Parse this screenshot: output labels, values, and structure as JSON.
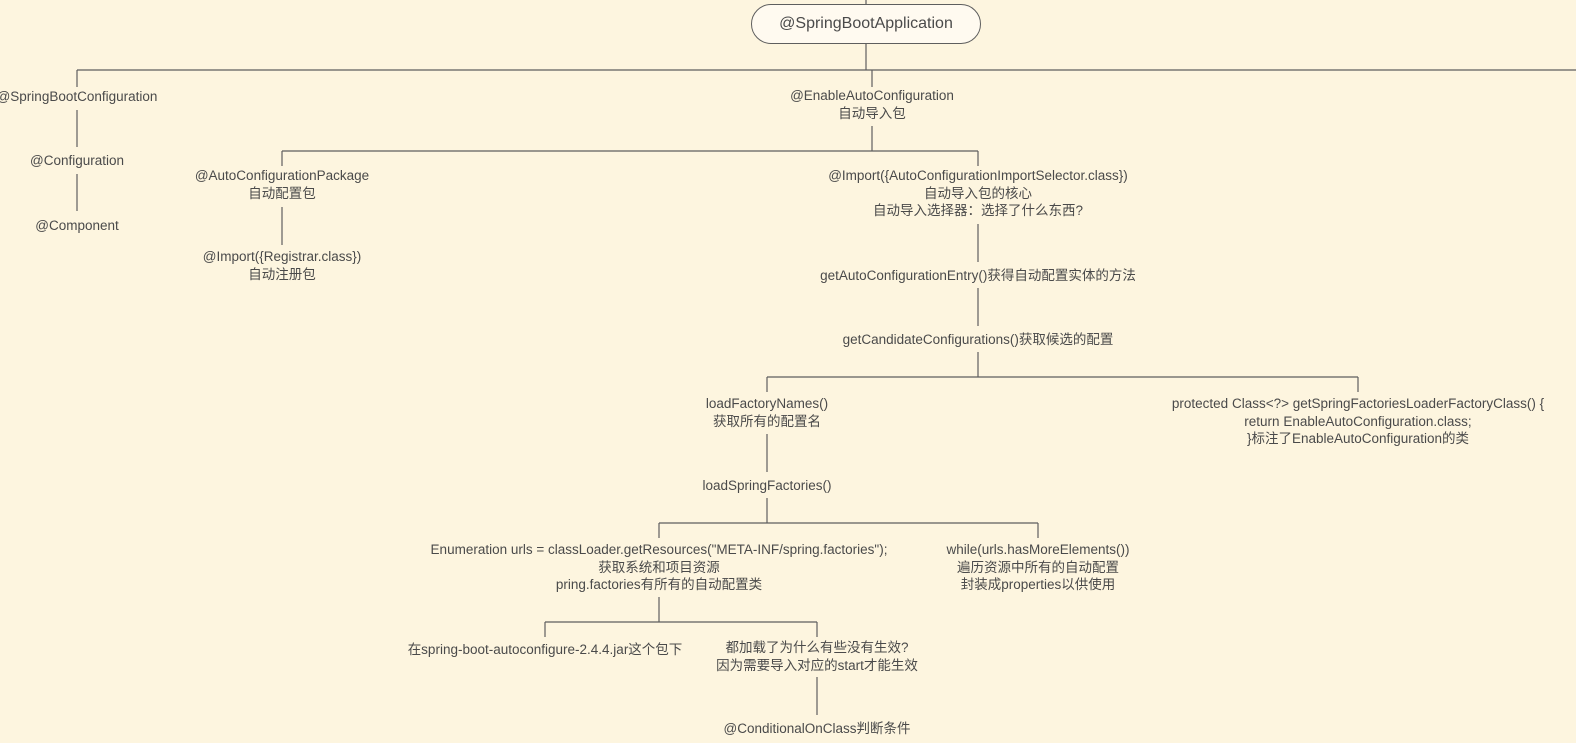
{
  "root": {
    "label": "@SpringBootApplication"
  },
  "nodes": {
    "springboot_configuration": {
      "lines": [
        "@SpringBootConfiguration"
      ]
    },
    "configuration": {
      "lines": [
        "@Configuration"
      ]
    },
    "component": {
      "lines": [
        "@Component"
      ]
    },
    "enable_auto_configuration": {
      "lines": [
        "@EnableAutoConfiguration",
        "自动导入包"
      ]
    },
    "auto_configuration_package": {
      "lines": [
        "@AutoConfigurationPackage",
        "自动配置包"
      ]
    },
    "import_registrar": {
      "lines": [
        "@Import({Registrar.class})",
        "自动注册包"
      ]
    },
    "import_selector": {
      "lines": [
        "@Import({AutoConfigurationImportSelector.class})",
        "自动导入包的核心",
        "自动导入选择器：选择了什么东西?"
      ]
    },
    "get_auto_configuration_entry": {
      "lines": [
        "getAutoConfigurationEntry()获得自动配置实体的方法"
      ]
    },
    "get_candidate_configurations": {
      "lines": [
        "getCandidateConfigurations()获取候选的配置"
      ]
    },
    "load_factory_names": {
      "lines": [
        "loadFactoryNames()",
        "获取所有的配置名"
      ]
    },
    "get_factories_loader_class": {
      "lines": [
        "protected Class<?> getSpringFactoriesLoaderFactoryClass() {",
        "return EnableAutoConfiguration.class;",
        "}标注了EnableAutoConfiguration的类"
      ]
    },
    "load_spring_factories": {
      "lines": [
        "loadSpringFactories()"
      ]
    },
    "enumeration_urls": {
      "lines": [
        "Enumeration urls = classLoader.getResources(\"META-INF/spring.factories\");",
        "获取系统和项目资源",
        "pring.factories有所有的自动配置类"
      ]
    },
    "while_urls": {
      "lines": [
        "while(urls.hasMoreElements())",
        "遍历资源中所有的自动配置",
        "封装成properties以供使用"
      ]
    },
    "jar_package": {
      "lines": [
        "在spring-boot-autoconfigure-2.4.4.jar这个包下"
      ]
    },
    "why_not_effective": {
      "lines": [
        "都加载了为什么有些没有生效?",
        "因为需要导入对应的start才能生效"
      ]
    },
    "conditional_on_class": {
      "lines": [
        "@ConditionalOnClass判断条件"
      ]
    }
  }
}
